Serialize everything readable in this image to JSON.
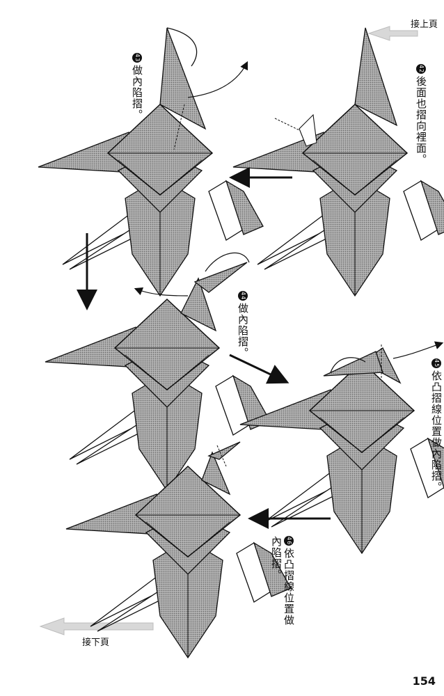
{
  "nav": {
    "prev_page_label": "接上頁",
    "next_page_label": "接下頁"
  },
  "steps": [
    {
      "number": "42",
      "text": "後面也摺向裡面。"
    },
    {
      "number": "43",
      "text": "做內陷摺。"
    },
    {
      "number": "44",
      "text": "做內陷摺。"
    },
    {
      "number": "45",
      "text": "依凸摺線位置做內陷摺。"
    },
    {
      "number": "46",
      "text": "依凸摺線位置做內陷摺。"
    }
  ],
  "page_number": "154",
  "colors": {
    "paper_fill": "#9a9a9a",
    "paper_light": "#d6d6d6",
    "line": "#111111",
    "arrow_grey": "#bdbdbd"
  }
}
